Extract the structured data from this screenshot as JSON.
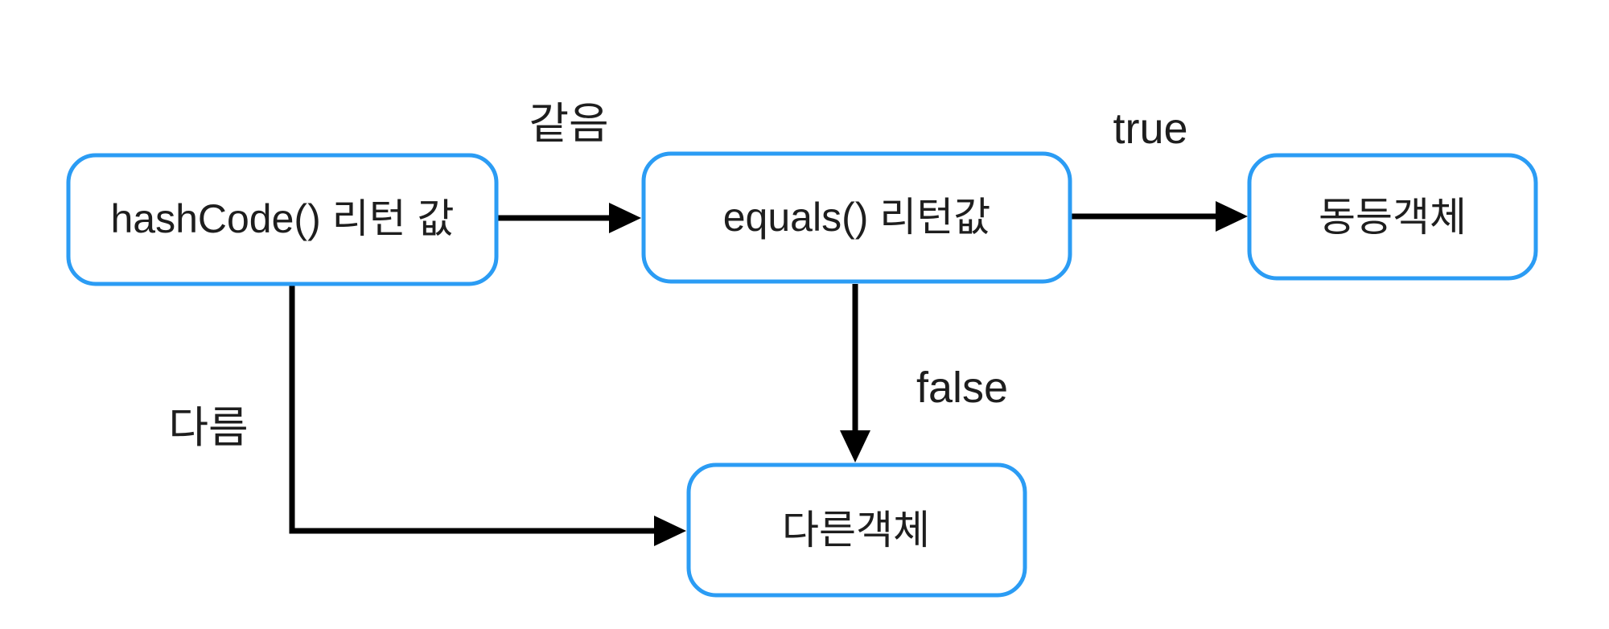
{
  "diagram": {
    "type": "flowchart",
    "nodes": [
      {
        "id": "hashcode-return",
        "label": "hashCode() 리턴 값"
      },
      {
        "id": "equals-return",
        "label": "equals() 리턴값"
      },
      {
        "id": "equal-object",
        "label": "동등객체"
      },
      {
        "id": "different-object",
        "label": "다른객체"
      }
    ],
    "edges": [
      {
        "from": "hashcode-return",
        "to": "equals-return",
        "label": "같음"
      },
      {
        "from": "equals-return",
        "to": "equal-object",
        "label": "true"
      },
      {
        "from": "equals-return",
        "to": "different-object",
        "label": "false"
      },
      {
        "from": "hashcode-return",
        "to": "different-object",
        "label": "다름"
      }
    ],
    "colors": {
      "node_border": "#2B9CF4",
      "node_fill": "#FFFFFF",
      "edge": "#000000",
      "text": "#1E1E1E",
      "background": "#FFFFFF"
    }
  }
}
